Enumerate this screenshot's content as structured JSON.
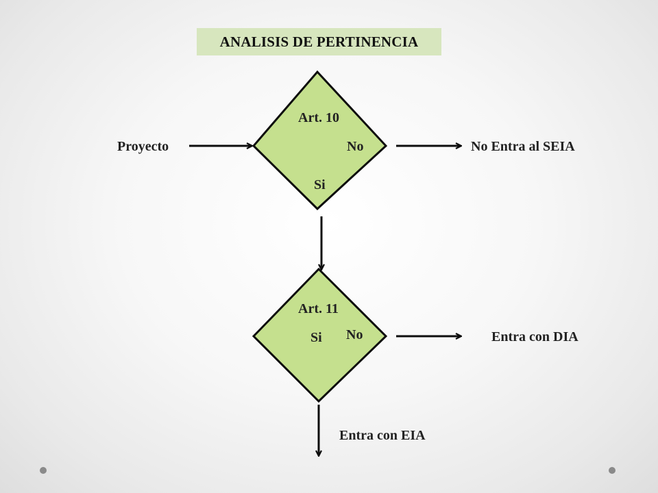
{
  "title": "ANALISIS DE PERTINENCIA",
  "decision1": {
    "question": "Art. 10",
    "no_label": "No",
    "yes_label": "Si"
  },
  "decision2": {
    "question": "Art. 11",
    "no_label": "No",
    "yes_label": "Si"
  },
  "input_label": "Proyecto",
  "outcomes": {
    "no_enters": "No Entra al SEIA",
    "dia": "Entra con DIA",
    "eia": "Entra con EIA"
  },
  "colors": {
    "diamond_fill": "#c5e08e",
    "diamond_stroke": "#0d0d0d",
    "title_fill": "#d7e6be",
    "arrow": "#0d0d0d"
  }
}
